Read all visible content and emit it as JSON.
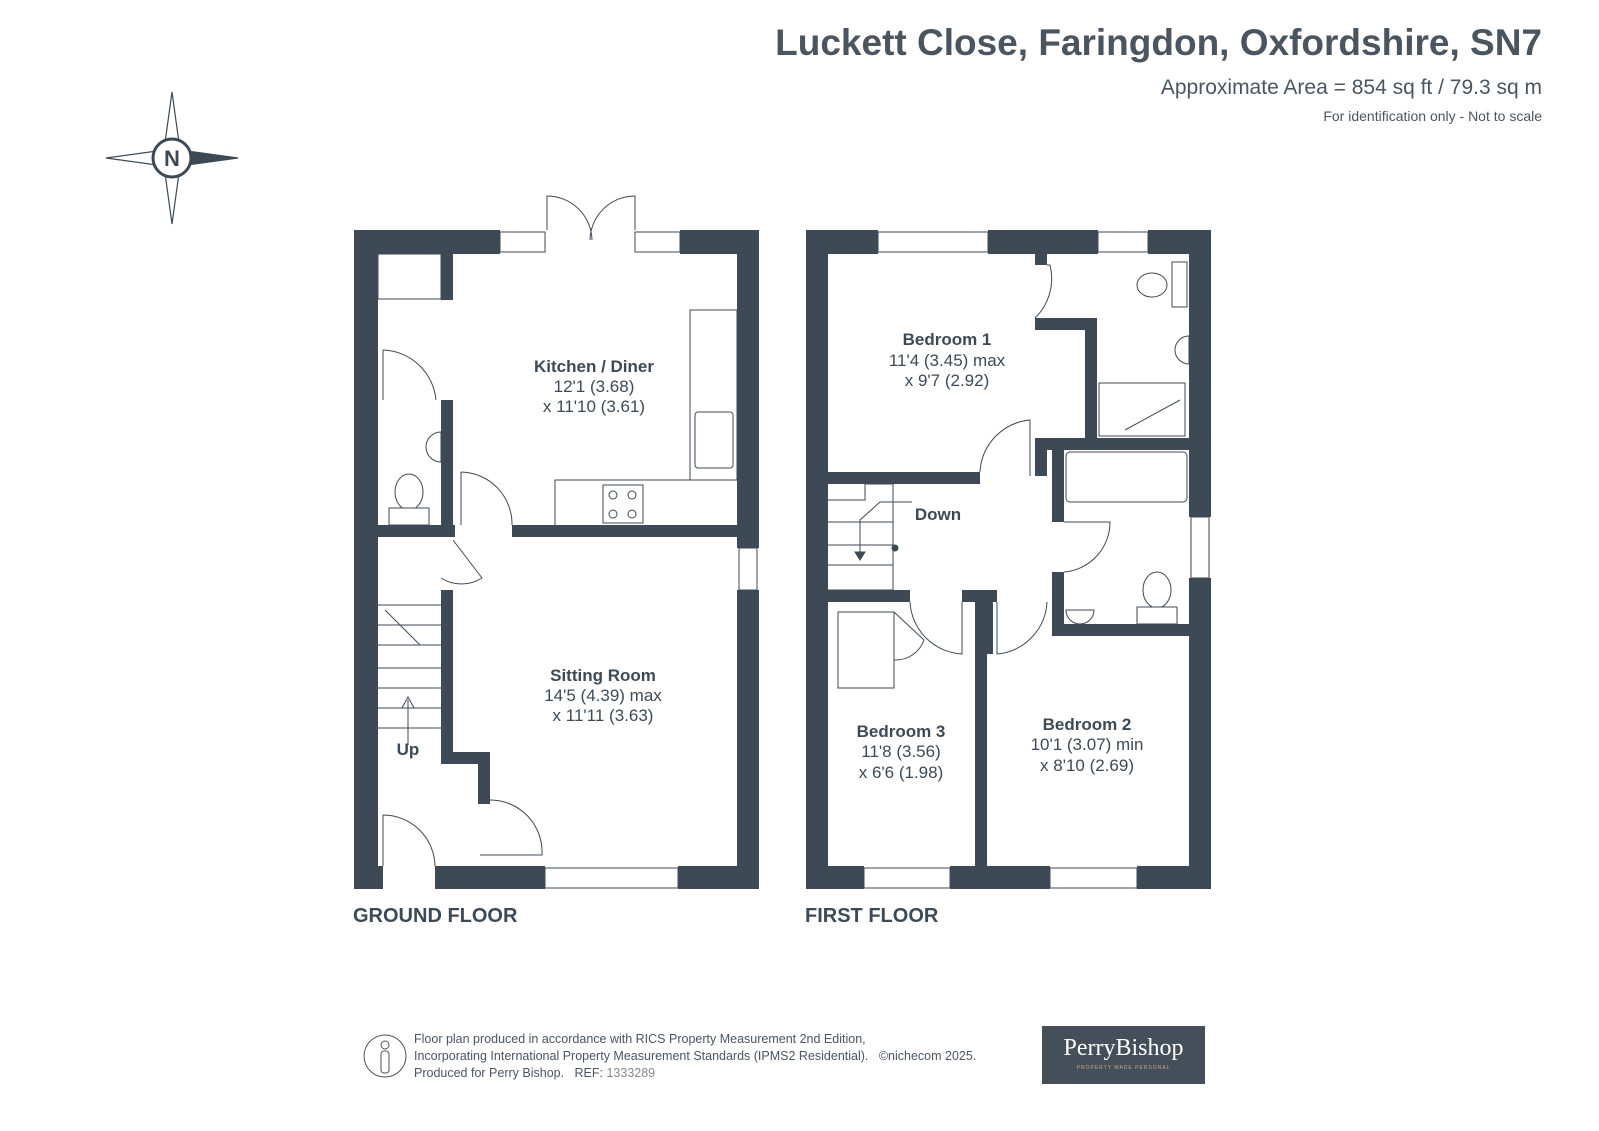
{
  "header": {
    "title": "Luckett Close, Faringdon, Oxfordshire, SN7",
    "area": "Approximate Area = 854 sq ft / 79.3 sq m",
    "disclaimer": "For identification only - Not to scale"
  },
  "compass": {
    "letter": "N"
  },
  "ground_floor": {
    "label": "GROUND FLOOR",
    "stairs_label": "Up",
    "rooms": [
      {
        "name": "Kitchen / Diner",
        "dim1": "12'1 (3.68)",
        "dim2": "x 11'10 (3.61)"
      },
      {
        "name": "Sitting Room",
        "dim1": "14'5 (4.39) max",
        "dim2": "x 11'11 (3.63)"
      }
    ]
  },
  "first_floor": {
    "label": "FIRST FLOOR",
    "stairs_label": "Down",
    "rooms": [
      {
        "name": "Bedroom 1",
        "dim1": "11'4 (3.45) max",
        "dim2": "x 9'7 (2.92)"
      },
      {
        "name": "Bedroom 3",
        "dim1": "11'8 (3.56)",
        "dim2": "x 6'6 (1.98)"
      },
      {
        "name": "Bedroom 2",
        "dim1": "10'1 (3.07) min",
        "dim2": "x 8'10 (2.69)"
      }
    ]
  },
  "footer": {
    "line1": "Floor plan produced in accordance with RICS Property Measurement 2nd Edition,",
    "line2": "Incorporating International Property Measurement Standards (IPMS2 Residential).",
    "copyright": "©nichecom 2025.",
    "line3": "Produced for Perry Bishop.",
    "ref_label": "REF:",
    "ref": "1333289"
  },
  "logo": {
    "name": "PerryBishop",
    "tagline": "PROPERTY MADE PERSONAL"
  },
  "colors": {
    "wall": "#3d4a55",
    "text": "#4a5560"
  }
}
